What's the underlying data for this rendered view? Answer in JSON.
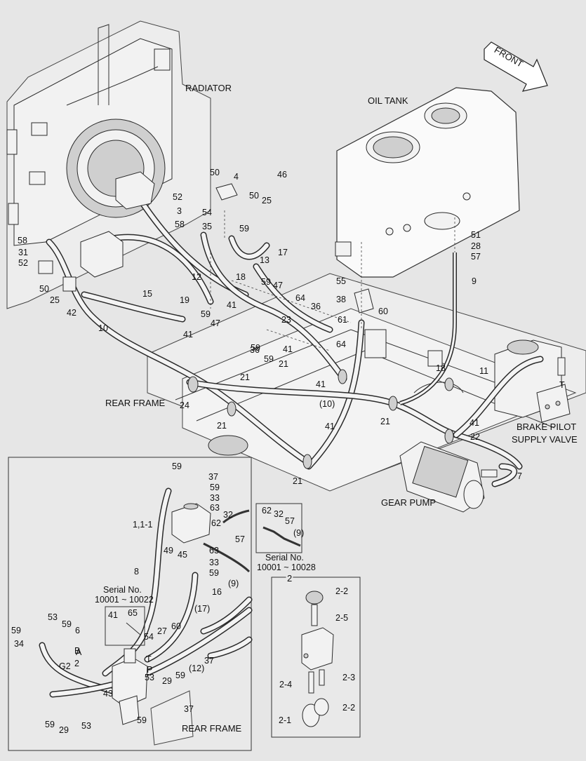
{
  "components": {
    "radiator": "RADIATOR",
    "oil_tank": "OIL TANK",
    "front": "FRONT",
    "rear_frame": "REAR FRAME",
    "brake_pilot_1": "BRAKE PILOT",
    "brake_pilot_2": "SUPPLY VALVE",
    "gear_pump": "GEAR PUMP",
    "rear_frame_inset": "REAR FRAME"
  },
  "main_callouts": [
    "50",
    "4",
    "46",
    "52",
    "3",
    "54",
    "50",
    "25",
    "58",
    "35",
    "59",
    "17",
    "58",
    "31",
    "52",
    "50",
    "25",
    "42",
    "10",
    "15",
    "12",
    "19",
    "41",
    "13",
    "18",
    "59",
    "47",
    "59",
    "47",
    "41",
    "55",
    "38",
    "60",
    "64",
    "36",
    "23",
    "61",
    "59",
    "41",
    "64",
    "36",
    "59",
    "21",
    "41",
    "21",
    "(10)",
    "24",
    "21",
    "41",
    "18",
    "21",
    "11",
    "T",
    "41",
    "22",
    "21",
    "51",
    "28",
    "57",
    "9",
    "7"
  ],
  "inset_left": {
    "callouts": [
      "59",
      "37",
      "59",
      "33",
      "63",
      "1,1-1",
      "62",
      "32",
      "57",
      "49",
      "45",
      "63",
      "33",
      "59",
      "(9)",
      "8",
      "16",
      "(17)",
      "27",
      "60",
      "54",
      "T",
      "P",
      "53",
      "29",
      "59",
      "(12)",
      "37",
      "59",
      "34",
      "53",
      "59",
      "6",
      "B",
      "G2",
      "A",
      "2",
      "43",
      "59",
      "37",
      "59",
      "29",
      "53"
    ],
    "serial_box_a": {
      "line1": "Serial No.",
      "line2": "10001 ~ 10022",
      "parts": [
        "41",
        "65"
      ]
    },
    "serial_box_b": {
      "parts": [
        "62",
        "32",
        "57",
        "(9)"
      ],
      "line1": "Serial No.",
      "line2": "10001 ~ 10028"
    }
  },
  "inset_right": {
    "title": "2",
    "callouts": [
      "2-2",
      "2-5",
      "2-4",
      "2-3",
      "2-2",
      "2-1"
    ]
  }
}
